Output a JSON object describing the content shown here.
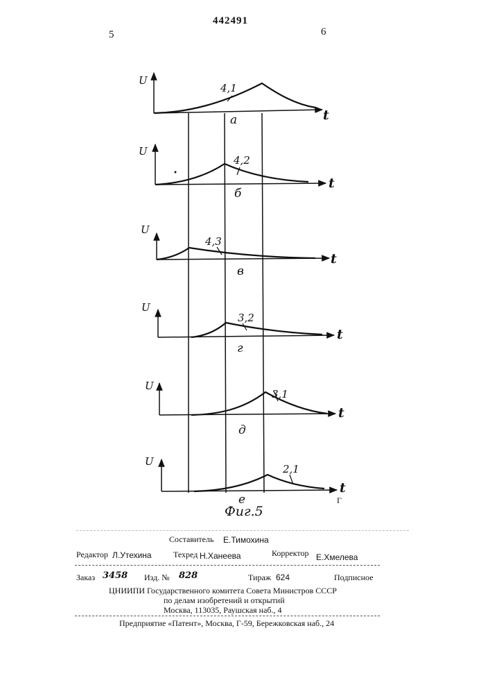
{
  "header": {
    "patent_number": "442491",
    "page_left": "5",
    "page_right": "6"
  },
  "figure": {
    "axis_u": "U",
    "axis_t": "t",
    "caption": "Фиг.5",
    "corner_mark": "Г",
    "panels": [
      {
        "letter": "а",
        "curve_label": "4,1"
      },
      {
        "letter": "б",
        "curve_label": "4,2"
      },
      {
        "letter": "в",
        "curve_label": "4,3"
      },
      {
        "letter": "г",
        "curve_label": "3,2"
      },
      {
        "letter": "д",
        "curve_label": "3,1"
      },
      {
        "letter": "е",
        "curve_label": "2,1"
      }
    ]
  },
  "imprint": {
    "compiler_label": "Составитель",
    "compiler_name": "Е.Тимохина",
    "editor_label": "Редактор",
    "editor_name": "Л.Утехина",
    "techred_label": "Техред",
    "techred_name": "Н.Ханеева",
    "corrector_label": "Корректор",
    "corrector_name": "Е.Хмелева",
    "order_label": "Заказ",
    "order_value": "3458",
    "edition_label": "Изд. №",
    "edition_value": "828",
    "print_run_label": "Тираж",
    "print_run_value": "624",
    "subscription": "Подписное",
    "org_line1": "ЦНИИПИ Государственного комитета Совета Министров СССР",
    "org_line2": "по делам изобретений и открытий",
    "org_line3": "Москва, 113035, Раушская наб., 4",
    "printer": "Предприятие «Патент», Москва, Г-59, Бережковская наб., 24"
  }
}
